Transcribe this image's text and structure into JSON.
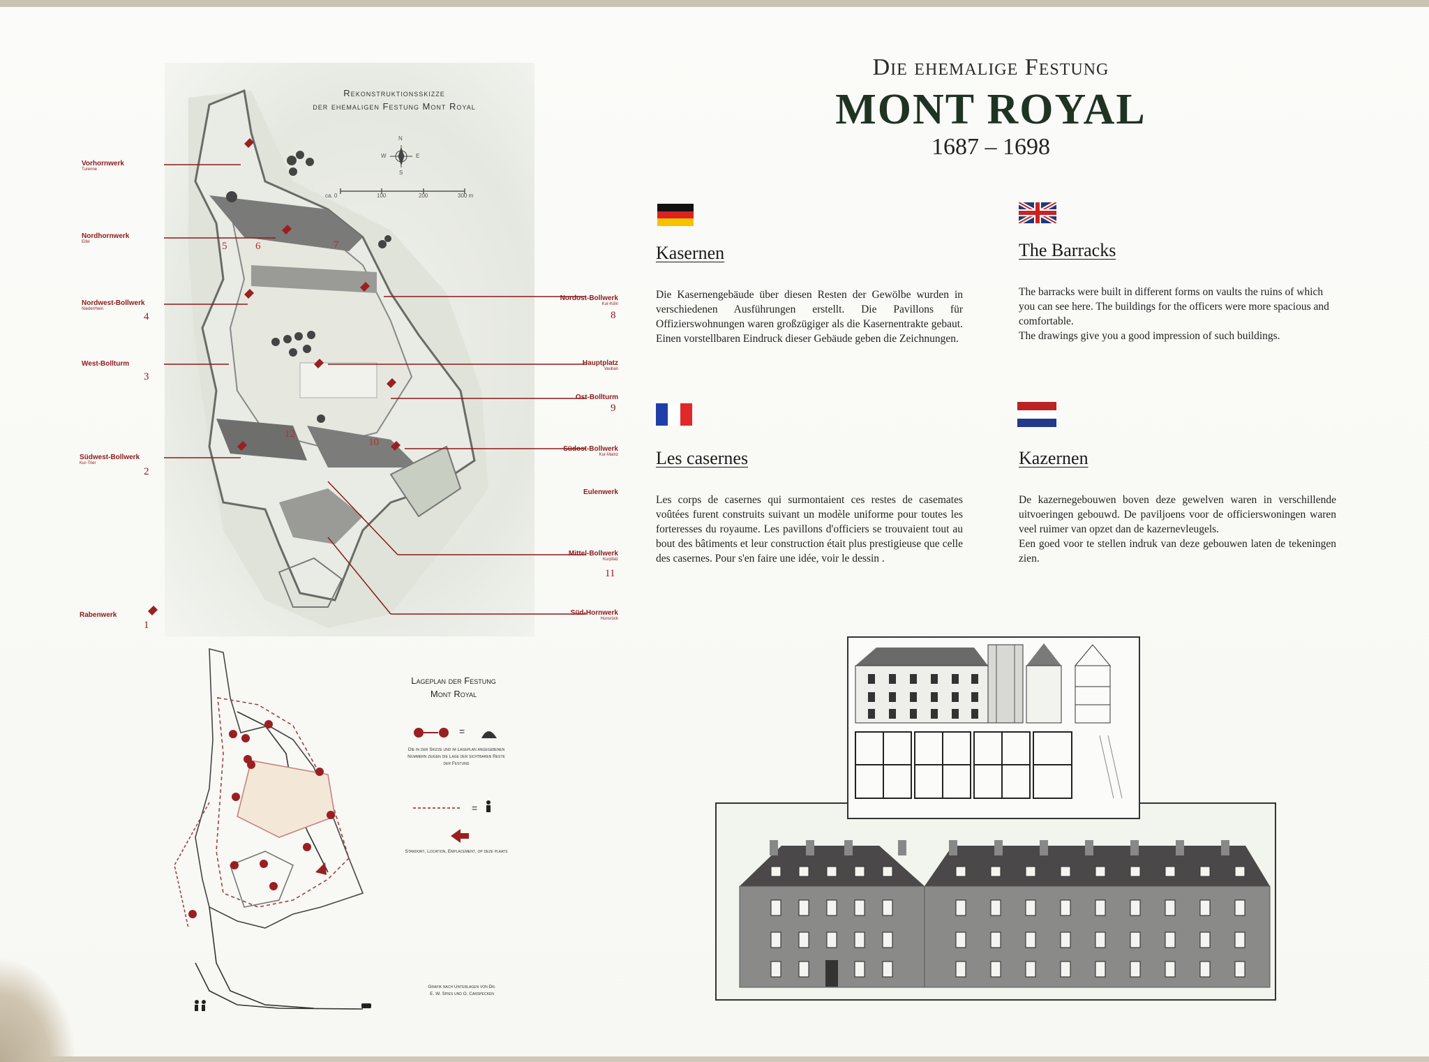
{
  "header": {
    "kicker": "Die ehemalige Festung",
    "title": "MONT ROYAL",
    "years": "1687 – 1698"
  },
  "sketch": {
    "title_line1": "Rekonstruktionsskizze",
    "title_line2": "der ehemaligen Festung Mont Royal",
    "compass": {
      "n": "N",
      "s": "S",
      "e": "E",
      "w": "W"
    },
    "scale": {
      "ca": "ca. 0",
      "t100": "100",
      "t200": "200",
      "t300": "300 m"
    },
    "left_callouts": [
      {
        "name": "Vorhornwerk",
        "sub": "Turenne",
        "num": ""
      },
      {
        "name": "Nordhornwerk",
        "sub": "Eifel",
        "num": ""
      },
      {
        "name": "Nordwest-Bollwerk",
        "sub": "Niederrhein",
        "num": "4"
      },
      {
        "name": "West-Bollturm",
        "sub": "",
        "num": "3"
      },
      {
        "name": "Südwest-Bollwerk",
        "sub": "Kur-Trier",
        "num": "2"
      },
      {
        "name": "Rabenwerk",
        "sub": "",
        "num": "1"
      }
    ],
    "right_callouts": [
      {
        "name": "Nordost-Bollwerk",
        "sub": "Kur-Köln",
        "num": "8"
      },
      {
        "name": "Hauptplatz",
        "sub": "Vauban",
        "num": ""
      },
      {
        "name": "Ost-Bollturm",
        "sub": "",
        "num": "9"
      },
      {
        "name": "Südost-Bollwerk",
        "sub": "Kur-Mainz",
        "num": ""
      },
      {
        "name": "Eulenwerk",
        "sub": "",
        "num": ""
      },
      {
        "name": "Mittel-Bollwerk",
        "sub": "Kurpfalz",
        "num": "11"
      },
      {
        "name": "Süd-Hornwerk",
        "sub": "Hunsrück",
        "num": ""
      }
    ],
    "map_numbers": {
      "n5": "5",
      "n6": "6",
      "n7": "7",
      "n10": "10",
      "n12": "12"
    }
  },
  "lageplan": {
    "title_line1": "Lageplan der Festung",
    "title_line2": "Mont Royal",
    "legend_equals": "=",
    "legend1_text": "Die in der Skizze und im Lageplan angegebenen Nummern zeigen die Lage der sichtbaren Reste der Festung",
    "legend3_text": "Standort, Location, Emplacement, op deze plaats",
    "credit": "Grafik nach Unterlagen von Dr. E. W. Spies und O. Carspecken"
  },
  "sections": {
    "de": {
      "title": "Kasernen",
      "body": "Die Kasernengebäude über diesen Resten der Gewölbe wurden in verschiedenen Ausführungen erstellt. Die Pavillons für Offizierswohnungen waren großzügiger als die Kasernentrakte gebaut. Einen vorstellbaren Eindruck dieser Gebäude geben die Zeichnungen."
    },
    "en": {
      "title": "The Barracks",
      "body": "The barracks were built in different forms on vaults the ruins of which you can see here. The buildings for the officers were more spacious and comfortable.\nThe drawings give you a good impression of such buildings."
    },
    "fr": {
      "title": "Les casernes",
      "body": "Les corps de casernes qui surmontaient ces restes de casemates voûtées furent construits suivant un modèle uniforme pour toutes les forteresses du royaume. Les pavillons d'officiers se trouvaient tout au bout des bâtiments et leur construction était plus prestigieuse que celle des casernes. Pour s'en faire une idée, voir le dessin ."
    },
    "nl": {
      "title": "Kazernen",
      "body": "De kazernegebouwen boven deze gewelven waren in verschillende uitvoeringen gebouwd. De paviljoens voor de officierswoningen waren veel ruimer van opzet dan de kazernevleugels.\nEen goed voor te stellen indruk van deze gebouwen laten de tekeningen zien."
    }
  },
  "colors": {
    "title_green": "#1f3323",
    "callout_red": "#8b1a1a",
    "marker_red": "#9a1f22",
    "roof_dark": "#4a4848",
    "wall_grey": "#8a8a88"
  }
}
